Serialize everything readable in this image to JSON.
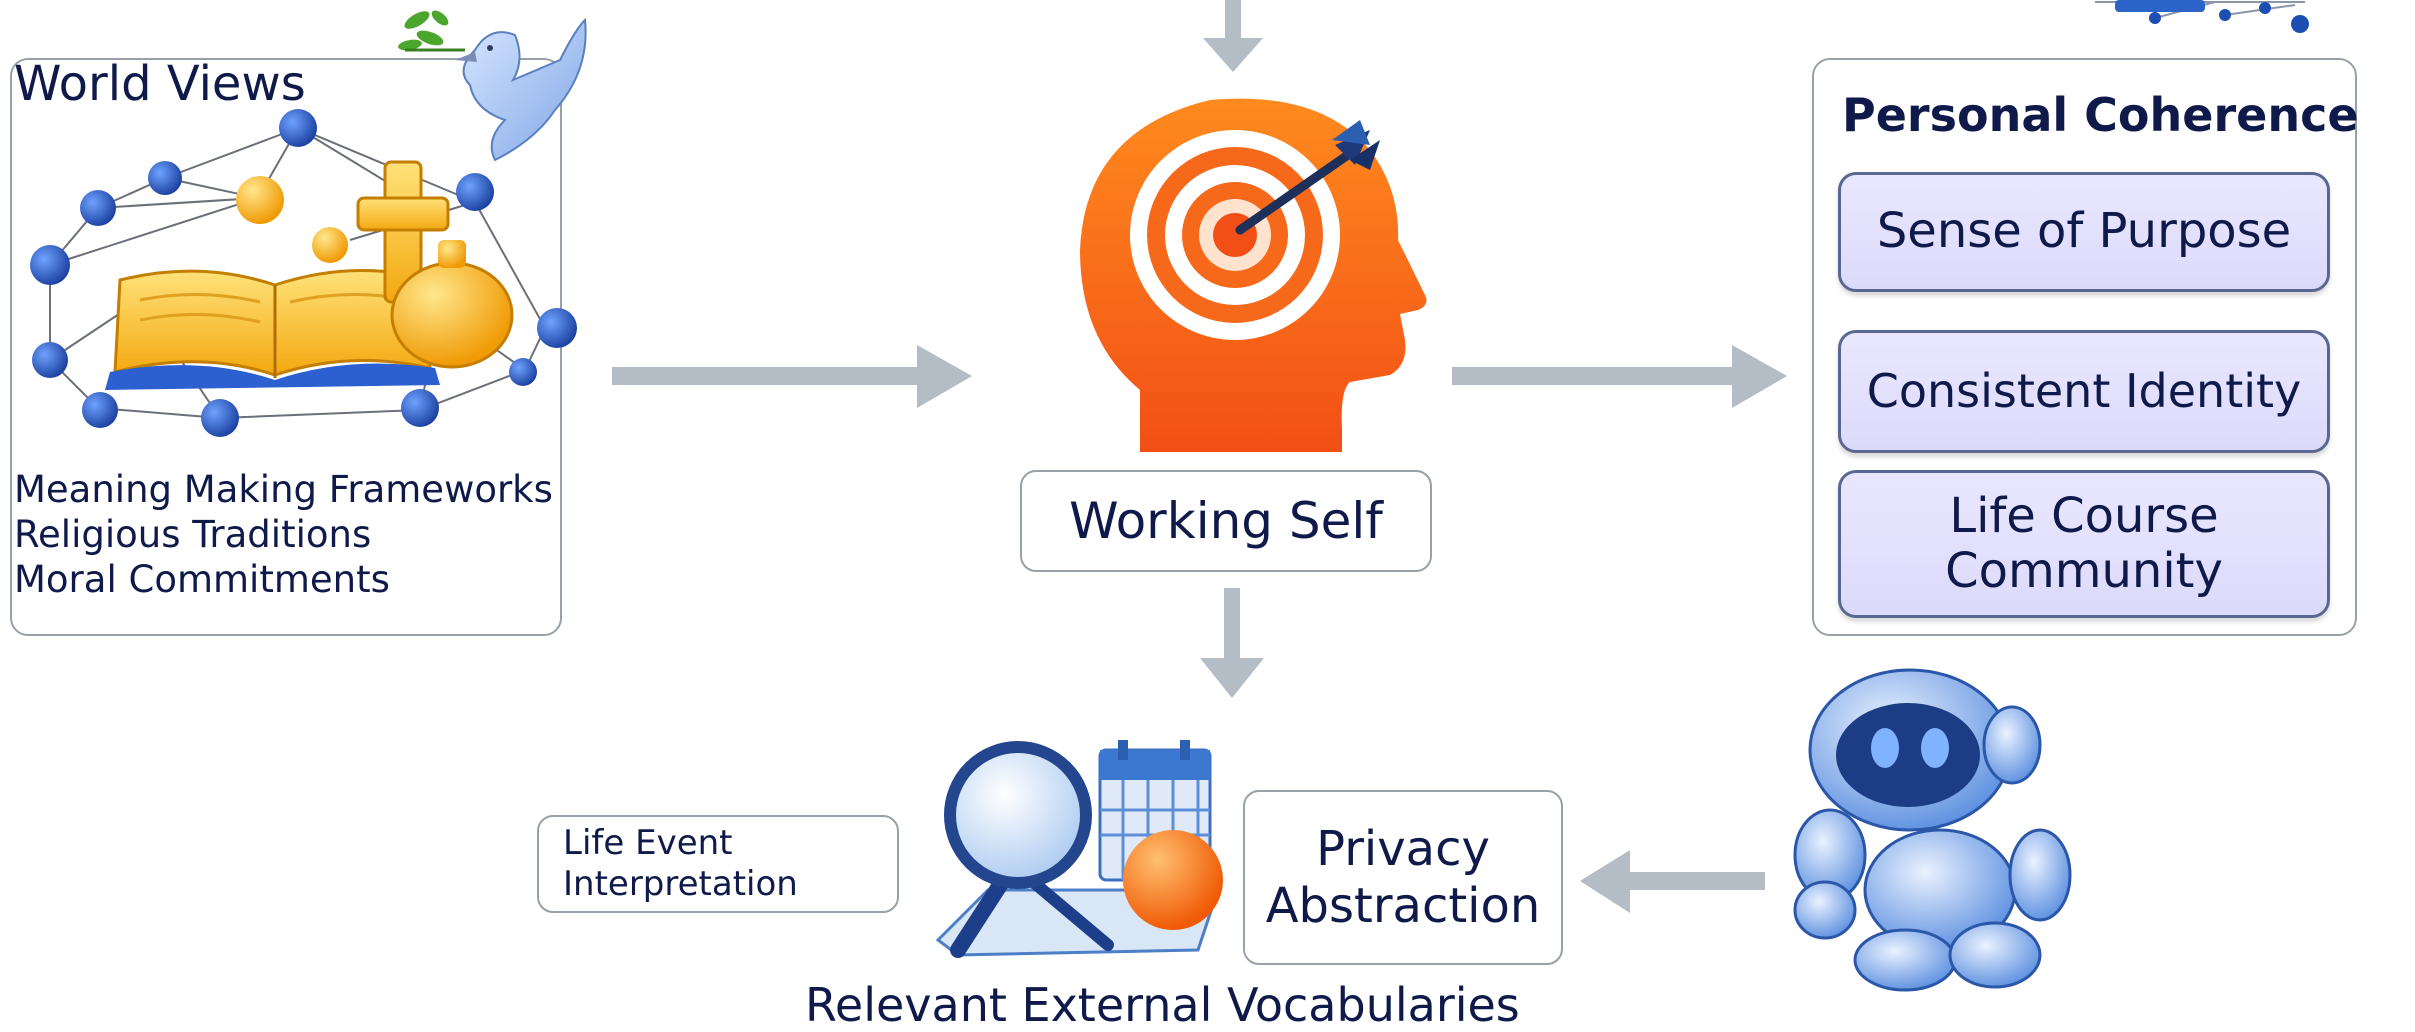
{
  "world_views": {
    "title": "World Views",
    "items": [
      "Meaning Making Frameworks",
      "Religious Traditions",
      "Moral Commitments"
    ]
  },
  "center": {
    "working_self": "Working Self"
  },
  "personal_coherence": {
    "title": "Personal Coherence",
    "items": [
      "Sense of Purpose",
      "Consistent Identity",
      "Life Course\nCommunity"
    ]
  },
  "bottom": {
    "life_event": "Life Event\nInterpretation",
    "privacy": "Privacy\nAbstraction",
    "vocab": "Relevant External Vocabularies"
  },
  "colors": {
    "arrow": "#b4bcc6",
    "head_top": "#ff8a1e",
    "head_bottom": "#f24f16",
    "pill_border": "#5a6790",
    "text": "#0f1a4a"
  },
  "icons": [
    "dove-icon",
    "book-icon",
    "cross-icon",
    "network-icon",
    "head-target-icon",
    "dart-icon",
    "magnifier-icon",
    "calendar-icon",
    "orange-ball-icon",
    "robot-icon"
  ]
}
